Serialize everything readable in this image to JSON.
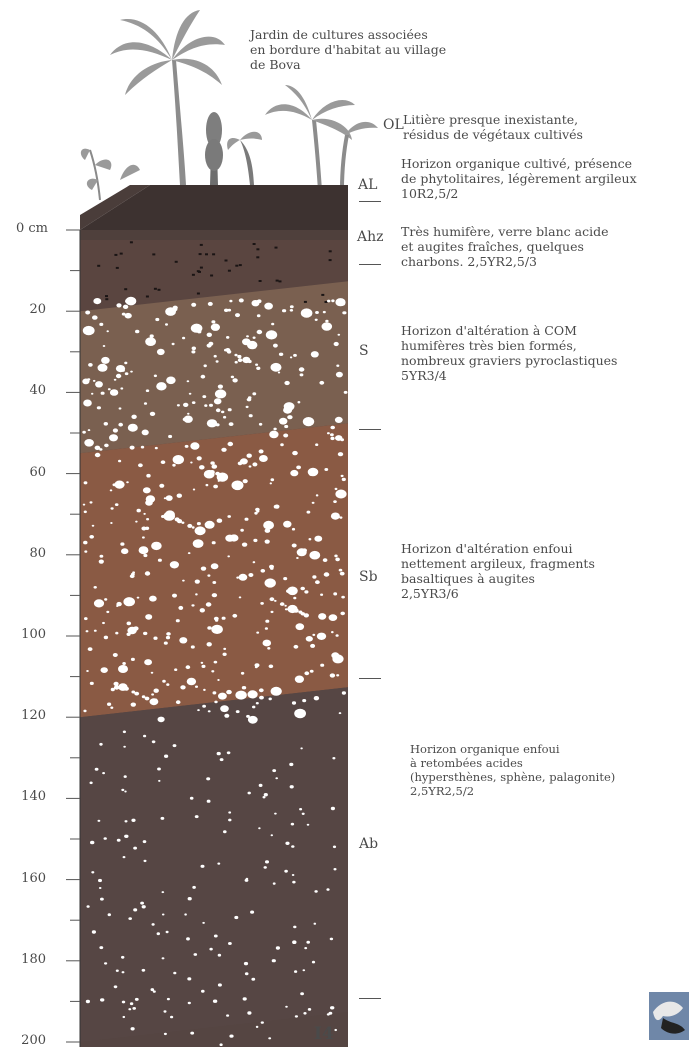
{
  "depth_axis": {
    "unit": "cm",
    "ticks": [
      "0 cm",
      "20",
      "40",
      "60",
      "80",
      "100",
      "120",
      "140",
      "160",
      "180",
      "200"
    ]
  },
  "vegetation_caption": [
    "Jardin de cultures associées",
    "en bordure d'habitat au village",
    "de Bova"
  ],
  "horizons": [
    {
      "code": "OL",
      "description": [
        "Litière presque inexistante,",
        "résidus de végétaux cultivés"
      ],
      "top_cm": -6,
      "bottom_cm": -6,
      "color": ""
    },
    {
      "code": "AL",
      "description": [
        "Horizon organique cultivé, présence",
        "de phytolitaires, légèrement argileux",
        "10R2,5/2"
      ],
      "top_cm": -8,
      "bottom_cm": 0,
      "color": "#4b3e3b"
    },
    {
      "code": "Ahz",
      "description": [
        "Très humifère, verre blanc acide",
        "et augites fraîches, quelques",
        "charbons. 2,5YR2,5/3"
      ],
      "top_cm": 0,
      "bottom_cm": 20,
      "color": "#5a4540"
    },
    {
      "code": "S",
      "description": [
        "Horizon d'altération à COM",
        "humifères très bien formés,",
        "nombreux graviers pyroclastiques",
        "5YR3/4"
      ],
      "top_cm": 20,
      "bottom_cm": 55,
      "color": "#7a6050"
    },
    {
      "code": "Sb",
      "description": [
        "Horizon d'altération enfoui",
        "nettement argileux, fragments",
        "basaltiques à augites",
        "2,5YR3/6"
      ],
      "top_cm": 55,
      "bottom_cm": 120,
      "color": "#8a5a44"
    },
    {
      "code": "Ab",
      "description": [
        "Horizon organique enfoui",
        "à retombées acides",
        "(hypersthènes, sphène, palagonite)",
        "2,5YR2,5/2"
      ],
      "top_cm": 120,
      "bottom_cm": 200,
      "color": "#564644"
    }
  ],
  "profile_id": "I4"
}
